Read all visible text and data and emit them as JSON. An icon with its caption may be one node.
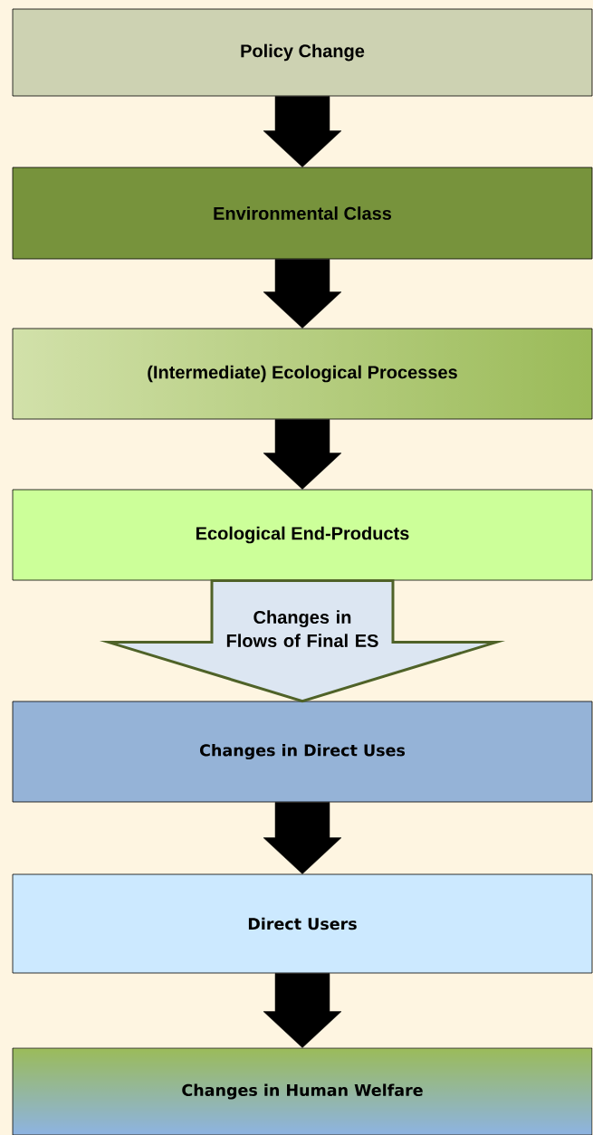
{
  "diagram": {
    "nodes": [
      {
        "text": [
          "Policy Change"
        ]
      },
      {
        "text": [
          "Environmental Class"
        ]
      },
      {
        "text": [
          "(Intermediate) Ecological Processes"
        ]
      },
      {
        "text": [
          "Ecological End-Products"
        ]
      },
      {
        "text": [
          "Changes in Direct Uses"
        ]
      },
      {
        "text": [
          "Direct Users"
        ]
      },
      {
        "text": [
          "Changes in Human Welfare"
        ]
      }
    ],
    "edges": [
      {
        "from": 0,
        "to": 1,
        "arrow": "to"
      },
      {
        "from": 1,
        "to": 2,
        "arrow": "to"
      },
      {
        "from": 2,
        "to": 3,
        "arrow": "to"
      },
      {
        "from": 3,
        "to": 4,
        "arrow": "to",
        "label": "Changes in Flows of Final ES",
        "color": "#dce6f2"
      },
      {
        "from": 4,
        "to": 5,
        "arrow": "to"
      },
      {
        "from": 5,
        "to": 6,
        "arrow": "to"
      }
    ]
  }
}
